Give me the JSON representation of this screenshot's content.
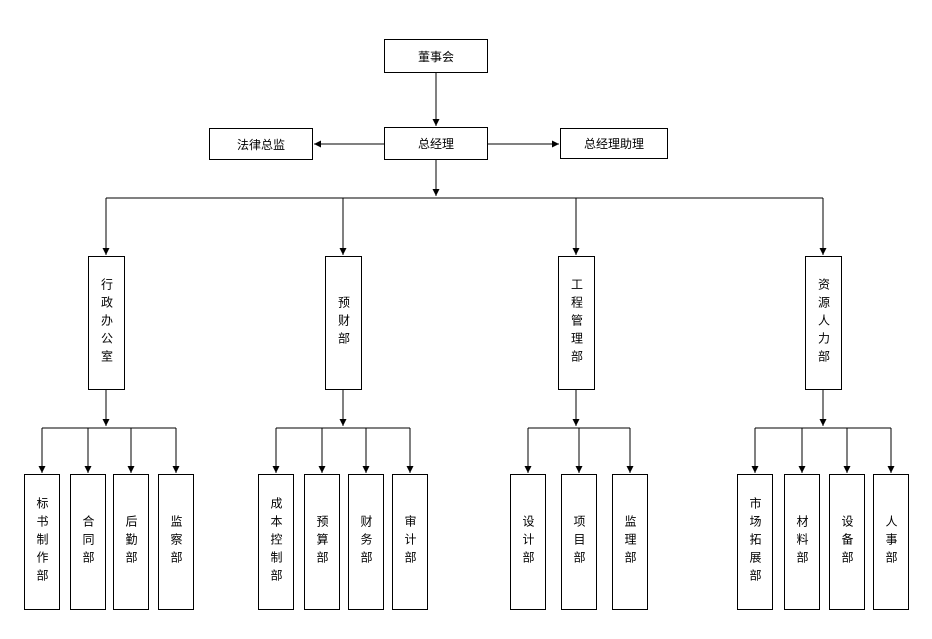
{
  "board": "董事会",
  "gm": "总经理",
  "legal": "法律总监",
  "assistant": "总经理助理",
  "departments": [
    {
      "label": "行政办公室",
      "subs": [
        "标书制作部",
        "合同部",
        "后勤部",
        "监察部"
      ]
    },
    {
      "label": "预财部",
      "subs": [
        "成本控制部",
        "预算部",
        "财务部",
        "审计部"
      ]
    },
    {
      "label": "工程管理部",
      "subs": [
        "设计部",
        "项目部",
        "监理部"
      ]
    },
    {
      "label": "资源人力部",
      "subs": [
        "市场拓展部",
        "材料部",
        "设备部",
        "人事部"
      ]
    }
  ]
}
